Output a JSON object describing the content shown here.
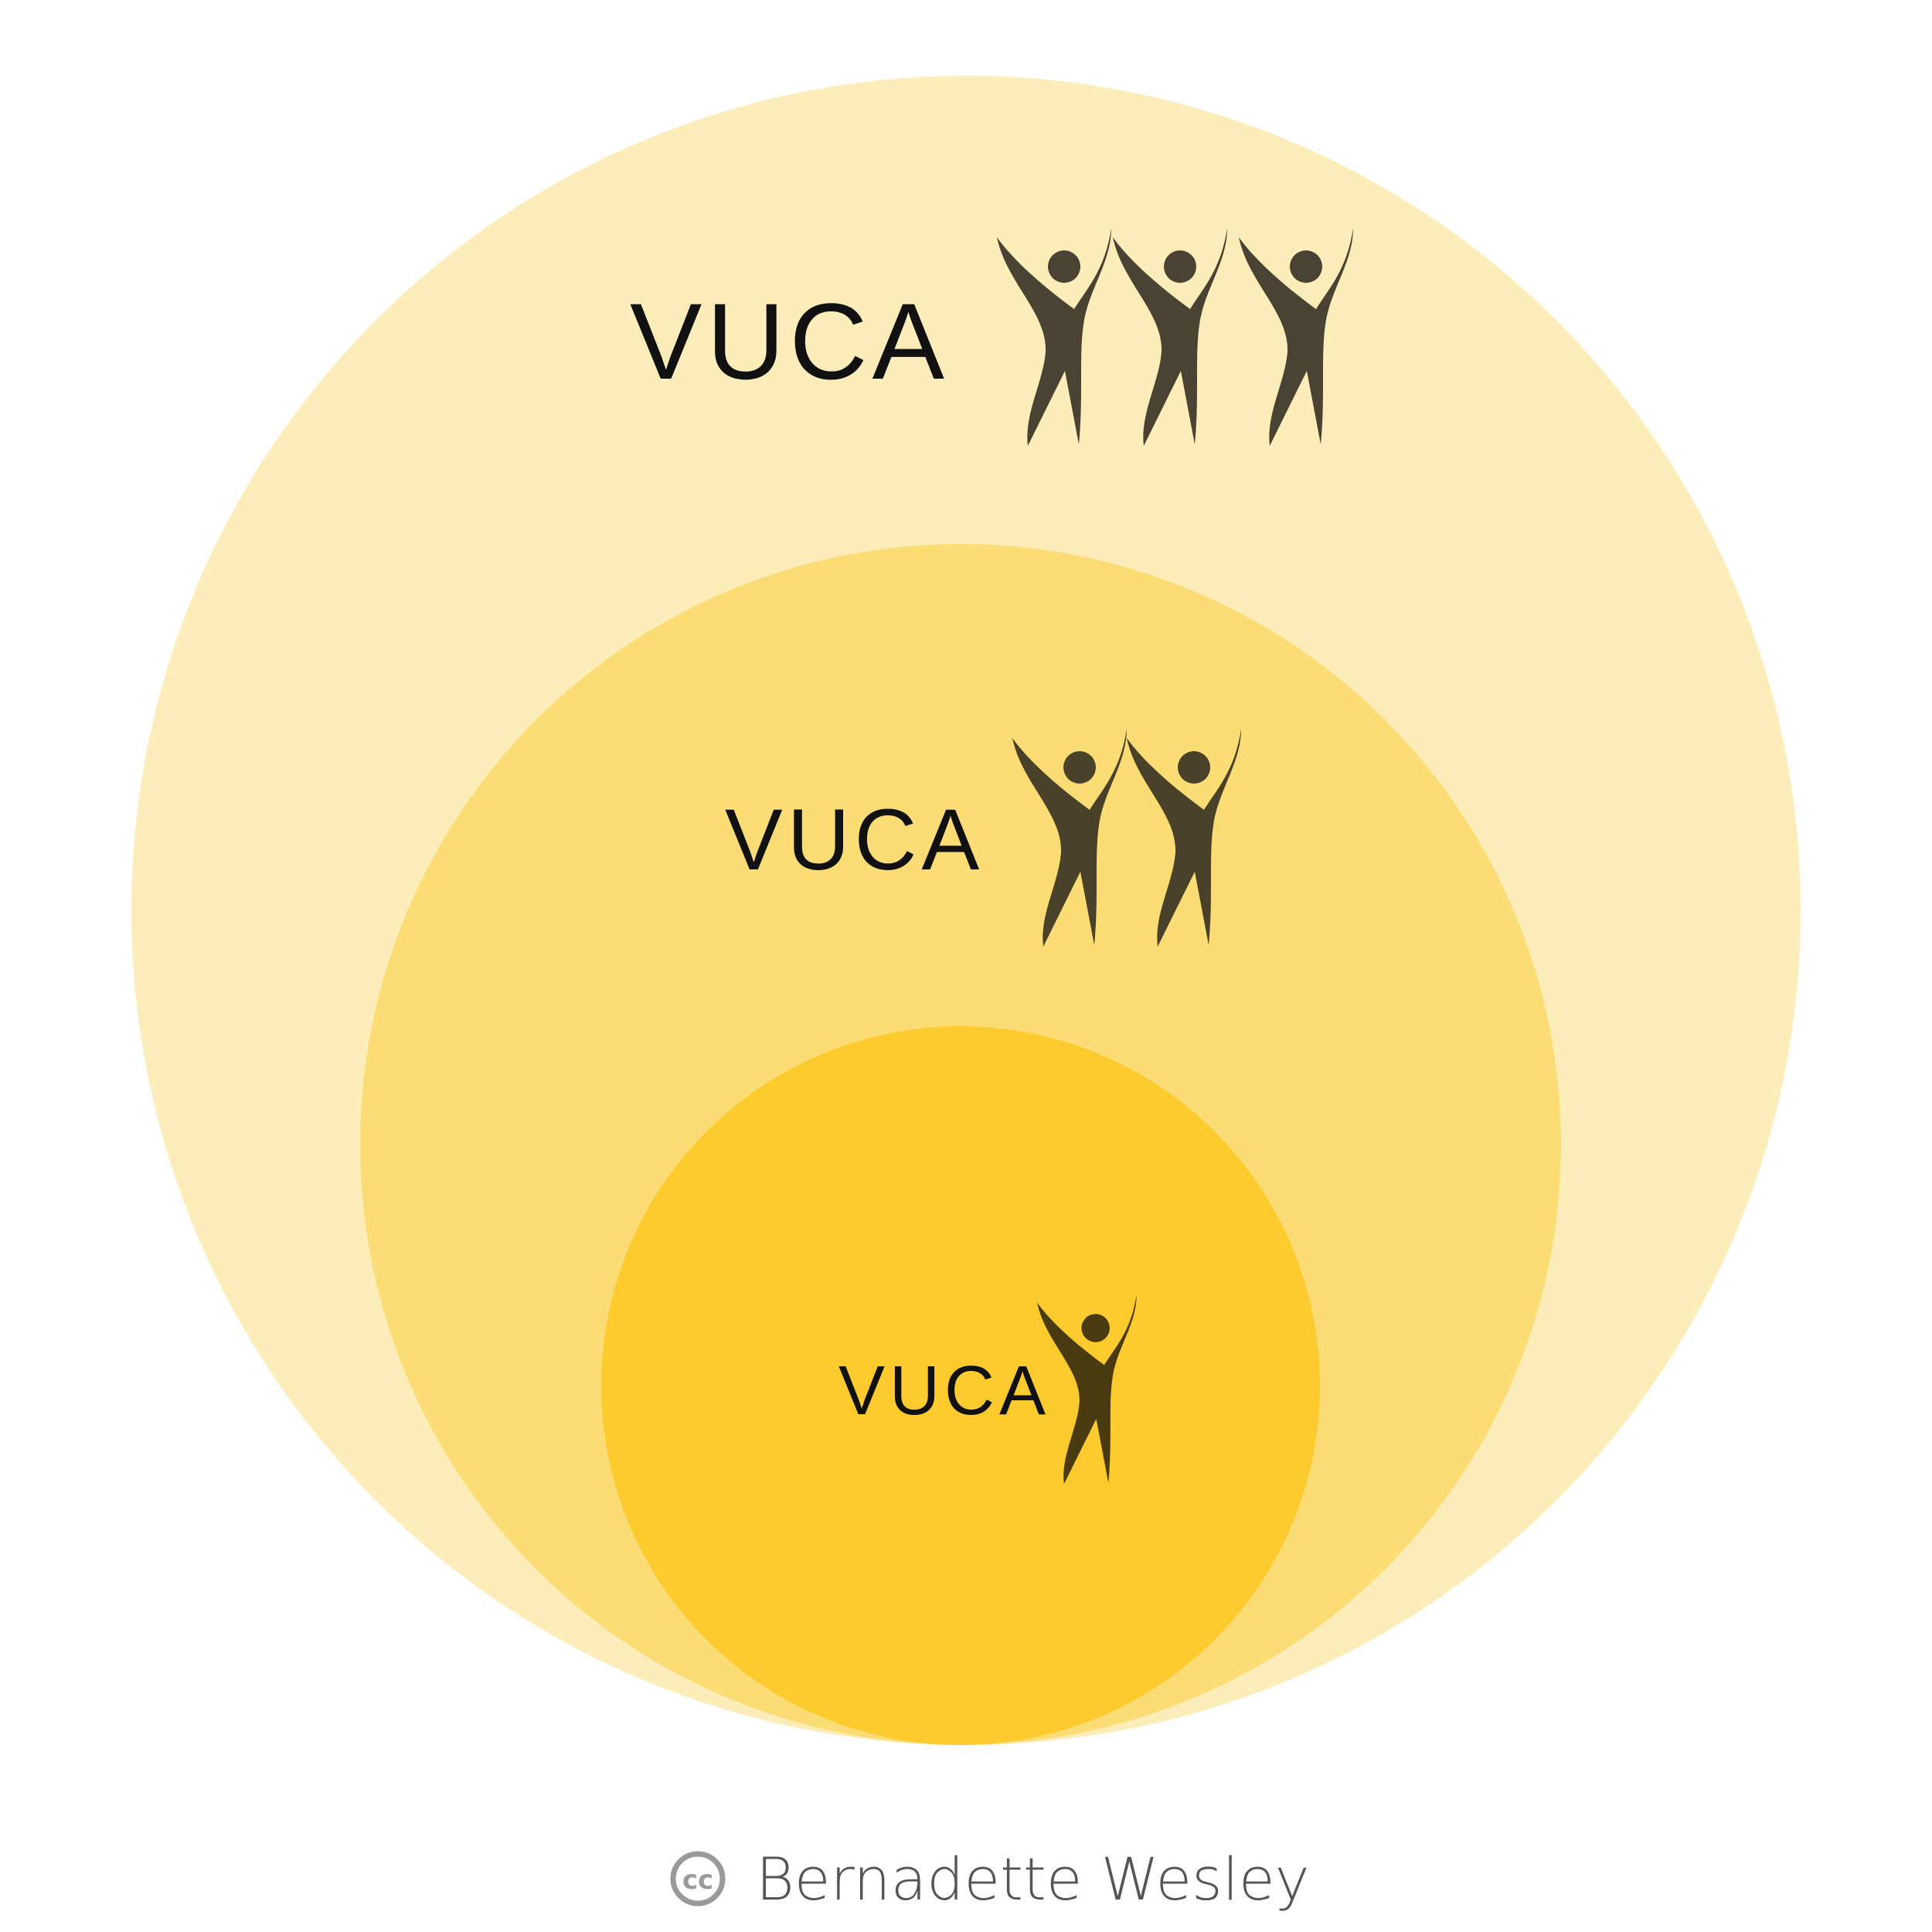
{
  "diagram": {
    "colors": {
      "outer_circle": "#FDEDB8",
      "middle_circle": "#FCDC75",
      "inner_circle": "#FDCB2E",
      "figure": "#4A4232",
      "figure_inner": "#4A3A10",
      "label": "#111111",
      "credit": "#555555",
      "cc_badge": "#9A9A9A"
    },
    "levels": [
      {
        "id": "outer",
        "label": "VUCA",
        "people_count": 3
      },
      {
        "id": "middle",
        "label": "VUCA",
        "people_count": 2
      },
      {
        "id": "inner",
        "label": "VUCA",
        "people_count": 1
      }
    ],
    "icons": {
      "person": "person-arms-raised-icon",
      "license": "creative-commons-icon"
    }
  },
  "footer": {
    "cc_badge": "cc",
    "author": "Bernadette Wesley"
  }
}
